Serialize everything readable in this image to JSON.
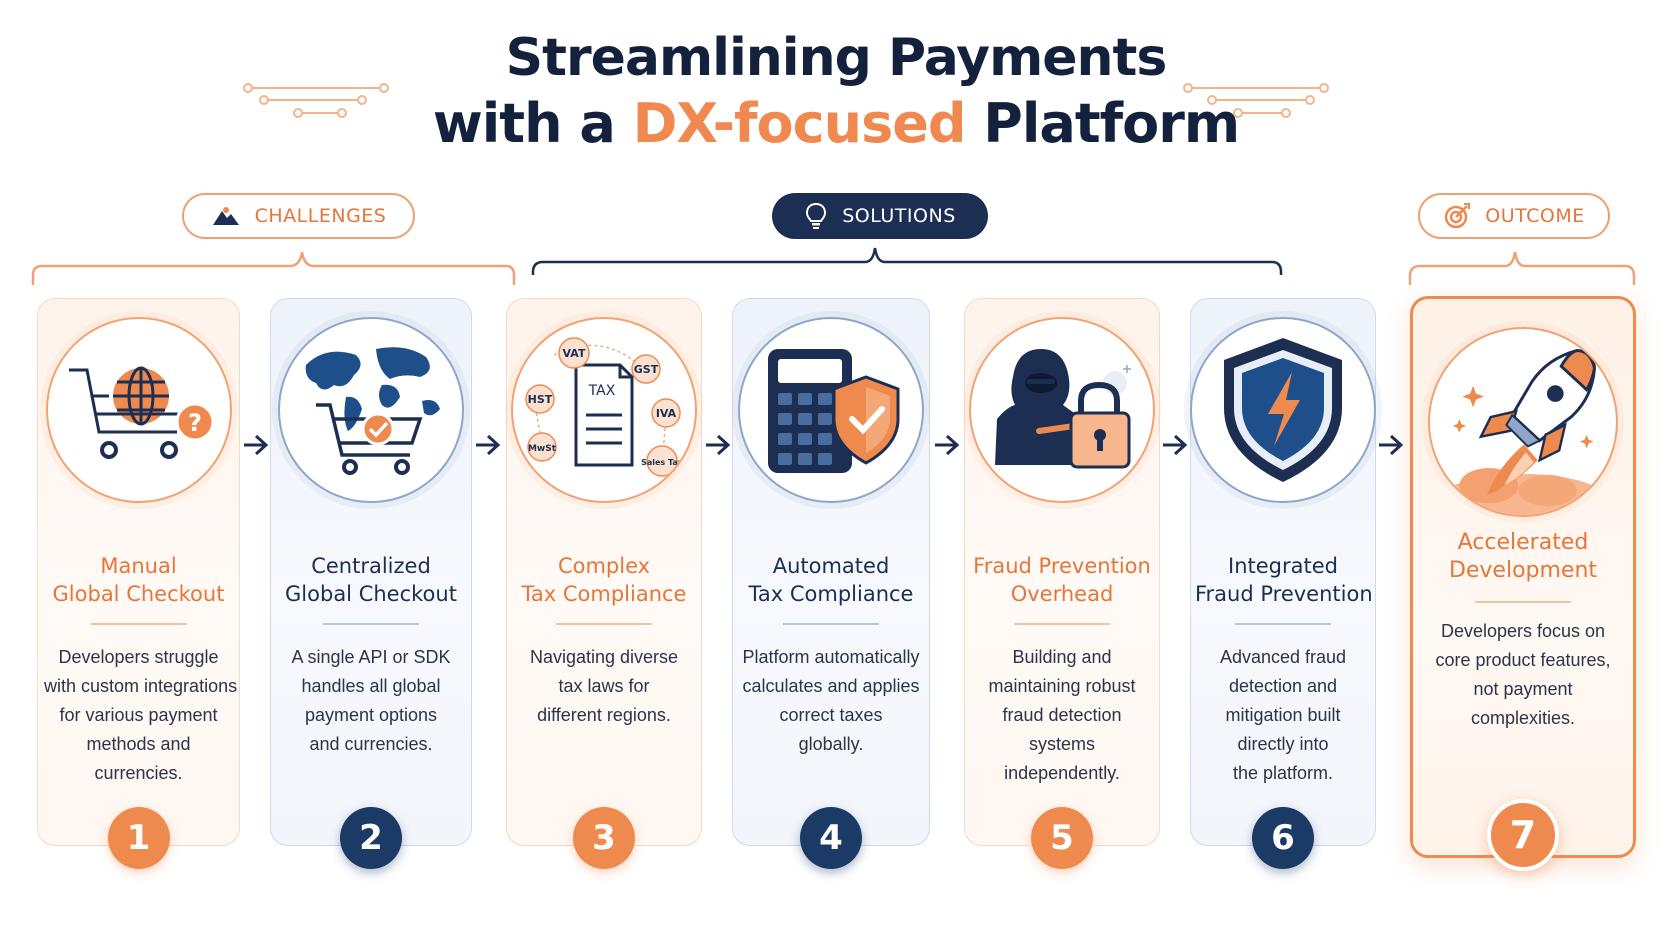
{
  "header": {
    "title_line1": "Streamlining Payments",
    "title_line2_prefix": "with a ",
    "title_line2_highlight": "DX-focused",
    "title_line2_suffix": " Platform"
  },
  "categories": {
    "challenges": {
      "label": "CHALLENGES",
      "icon": "mountain-icon"
    },
    "solutions": {
      "label": "SOLUTIONS",
      "icon": "lightbulb-icon"
    },
    "outcome": {
      "label": "OUTCOME",
      "icon": "target-icon"
    }
  },
  "colors": {
    "orange": "#ef8a4f",
    "navy": "#1c2e52",
    "light_orange": "#fff4ec",
    "light_blue": "#eef3fa"
  },
  "steps": [
    {
      "number": "1",
      "type": "challenge",
      "icon": "shopping-cart-globe-question-icon",
      "title": [
        "Manual",
        "Global Checkout"
      ],
      "desc": [
        "Developers struggle",
        "with custom integrations",
        "for various payment",
        "methods and",
        "currencies."
      ]
    },
    {
      "number": "2",
      "type": "solution",
      "icon": "world-map-cart-check-icon",
      "title": [
        "Centralized",
        "Global Checkout"
      ],
      "desc": [
        "A single API or SDK",
        "handles all global",
        "payment options",
        "and currencies."
      ]
    },
    {
      "number": "3",
      "type": "challenge",
      "icon": "tax-document-icon",
      "title": [
        "Complex",
        "Tax Compliance"
      ],
      "desc": [
        "Navigating diverse",
        "tax laws for",
        "different regions."
      ],
      "tax_labels": [
        "VAT",
        "GST",
        "HST",
        "IVA",
        "MwSt",
        "Sales Tax",
        "TAX"
      ]
    },
    {
      "number": "4",
      "type": "solution",
      "icon": "calculator-shield-icon",
      "title": [
        "Automated",
        "Tax Compliance"
      ],
      "desc": [
        "Platform automatically",
        "calculates and applies",
        "correct taxes",
        "globally."
      ]
    },
    {
      "number": "5",
      "type": "challenge",
      "icon": "hacker-padlock-icon",
      "title": [
        "Fraud Prevention",
        "Overhead"
      ],
      "desc": [
        "Building and",
        "maintaining robust",
        "fraud detection",
        "systems",
        "independently."
      ]
    },
    {
      "number": "6",
      "type": "solution",
      "icon": "shield-lightning-icon",
      "title": [
        "Integrated",
        "Fraud Prevention"
      ],
      "desc": [
        "Advanced fraud",
        "detection and",
        "mitigation built",
        "directly into",
        "the platform."
      ]
    },
    {
      "number": "7",
      "type": "outcome",
      "icon": "rocket-icon",
      "title": [
        "Accelerated",
        "Development"
      ],
      "desc": [
        "Developers focus on",
        "core product features,",
        "not payment",
        "complexities."
      ]
    }
  ]
}
